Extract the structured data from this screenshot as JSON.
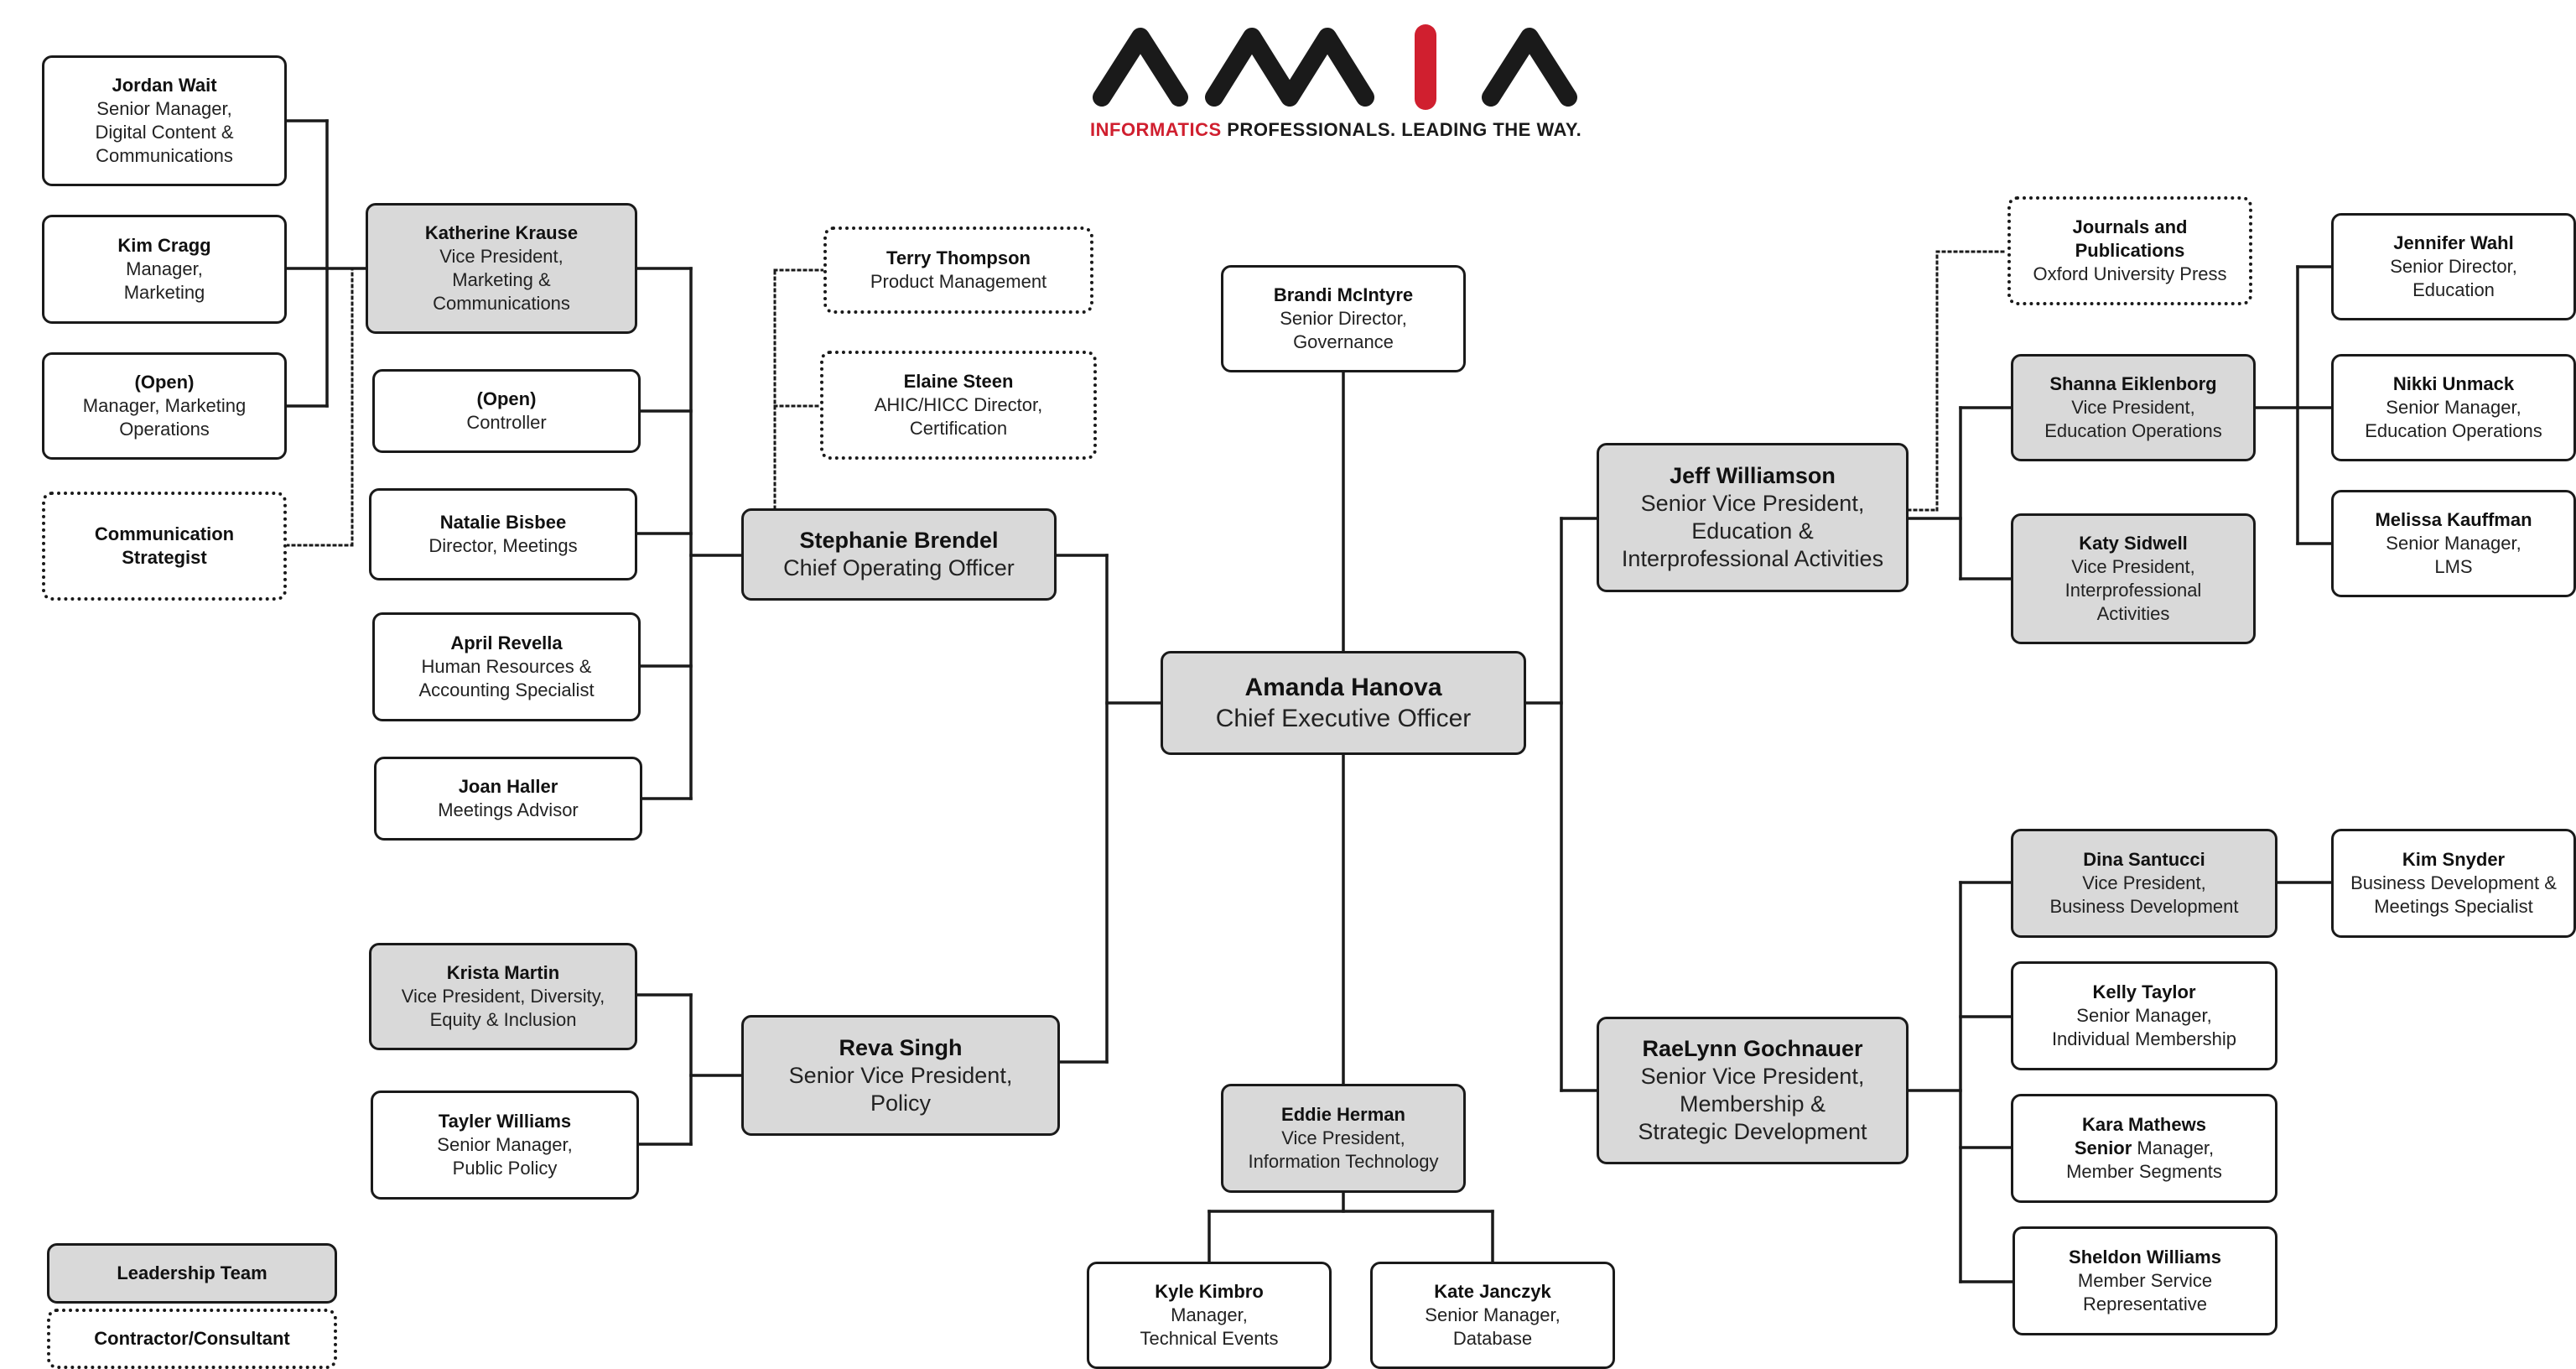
{
  "logo": {
    "wordmark": "AMIA",
    "tagline_accent": "INFORMATICS",
    "tagline_rest": " PROFESSIONALS. LEADING THE WAY.",
    "accent_color": "#d01f2f",
    "dark_color": "#1a1a1a"
  },
  "legend": {
    "leadership": "Leadership Team",
    "contractor": "Contractor/Consultant"
  },
  "colors": {
    "leadership_fill": "#d9d9d9",
    "box_border": "#1a1a1a",
    "line": "#1a1a1a"
  },
  "people": {
    "ceo": {
      "name": "Amanda Hanova",
      "title": [
        "Chief Executive Officer"
      ]
    },
    "brandi": {
      "name": "Brandi McIntyre",
      "title": [
        "Senior Director,",
        "Governance"
      ]
    },
    "stephanie": {
      "name": "Stephanie Brendel",
      "title": [
        "Chief Operating Officer"
      ]
    },
    "reva": {
      "name": "Reva Singh",
      "title": [
        "Senior Vice President,",
        "Policy"
      ]
    },
    "jeff": {
      "name": "Jeff Williamson",
      "title": [
        "Senior Vice President,",
        "Education &",
        "Interprofessional Activities"
      ]
    },
    "raelynn": {
      "name": "RaeLynn Gochnauer",
      "title": [
        "Senior Vice President,",
        "Membership &",
        "Strategic Development"
      ]
    },
    "eddie": {
      "name": "Eddie Herman",
      "title": [
        "Vice President,",
        "Information Technology"
      ]
    },
    "kyle": {
      "name": "Kyle Kimbro",
      "title": [
        "Manager,",
        "Technical Events"
      ]
    },
    "kate": {
      "name": "Kate Janczyk",
      "title": [
        "Senior Manager,",
        "Database"
      ]
    },
    "katherine": {
      "name": "Katherine Krause",
      "title": [
        "Vice President,",
        "Marketing &",
        "Communications"
      ]
    },
    "jordan": {
      "name": "Jordan Wait",
      "title": [
        "Senior Manager,",
        "Digital Content &",
        "Communications"
      ]
    },
    "kim_cragg": {
      "name": "Kim Cragg",
      "title": [
        "Manager,",
        "Marketing"
      ]
    },
    "open_mktg": {
      "name": "(Open)",
      "title": [
        "Manager, Marketing",
        "Operations"
      ]
    },
    "comm_strat": {
      "name": "Communication Strategist",
      "title": []
    },
    "open_ctrl": {
      "name": "(Open)",
      "title": [
        "Controller"
      ]
    },
    "natalie": {
      "name": "Natalie Bisbee",
      "title": [
        "Director, Meetings"
      ]
    },
    "april": {
      "name": "April Revella",
      "title": [
        "Human Resources &",
        "Accounting Specialist"
      ]
    },
    "joan": {
      "name": "Joan Haller",
      "title": [
        "Meetings Advisor"
      ]
    },
    "terry": {
      "name": "Terry Thompson",
      "title": [
        "Product Management"
      ]
    },
    "elaine": {
      "name": "Elaine Steen",
      "title": [
        "AHIC/HICC Director,",
        "Certification"
      ]
    },
    "krista": {
      "name": "Krista Martin",
      "title": [
        "Vice President, Diversity,",
        "Equity & Inclusion"
      ]
    },
    "tayler": {
      "name": "Tayler Williams",
      "title": [
        "Senior Manager,",
        "Public Policy"
      ]
    },
    "journals": {
      "name": "Journals and Publications",
      "title": [
        "Oxford University Press"
      ]
    },
    "shanna": {
      "name": "Shanna Eiklenborg",
      "title": [
        "Vice President,",
        "Education Operations"
      ]
    },
    "katy": {
      "name": "Katy Sidwell",
      "title": [
        "Vice President,",
        "Interprofessional",
        "Activities"
      ]
    },
    "jennifer": {
      "name": "Jennifer Wahl",
      "title": [
        "Senior Director,",
        "Education"
      ]
    },
    "nikki": {
      "name": "Nikki Unmack",
      "title": [
        "Senior Manager,",
        "Education Operations"
      ]
    },
    "melissa": {
      "name": "Melissa Kauffman",
      "title": [
        "Senior Manager,",
        "LMS"
      ]
    },
    "dina": {
      "name": "Dina Santucci",
      "title": [
        "Vice President,",
        "Business Development"
      ]
    },
    "kim_snyder": {
      "name": "Kim Snyder",
      "title": [
        "Business Development &",
        "Meetings Specialist"
      ]
    },
    "kelly": {
      "name": "Kelly Taylor",
      "title": [
        "Senior Manager,",
        "Individual Membership"
      ]
    },
    "kara": {
      "name": "Kara Mathews",
      "title_bold": "Senior",
      "title": [
        " Manager,",
        "Member Segments"
      ]
    },
    "sheldon": {
      "name": "Sheldon Williams",
      "title": [
        "Member Service",
        "Representative"
      ]
    }
  }
}
